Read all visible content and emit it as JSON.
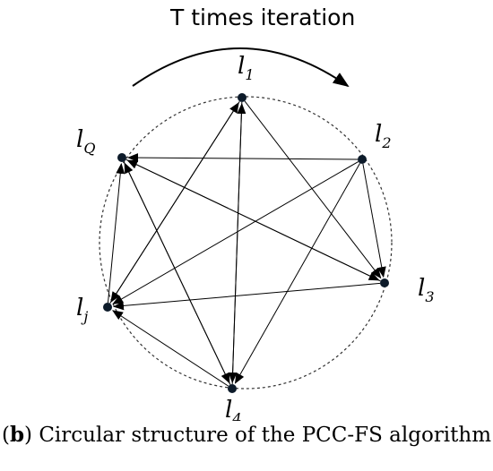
{
  "diagram": {
    "title": "T times iteration",
    "caption_label": "b",
    "caption_open": "(",
    "caption_text": ") Circular structure of the PCC-FS algorithm",
    "nodes": [
      {
        "id": "l1",
        "label_main": "l",
        "label_sub": "1"
      },
      {
        "id": "l2",
        "label_main": "l",
        "label_sub": "2"
      },
      {
        "id": "l3",
        "label_main": "l",
        "label_sub": "3"
      },
      {
        "id": "l4",
        "label_main": "l",
        "label_sub": "4"
      },
      {
        "id": "lj",
        "label_main": "l",
        "label_sub": "j"
      },
      {
        "id": "lQ",
        "label_main": "l",
        "label_sub": "Q"
      }
    ],
    "edges": [
      {
        "from": "l1",
        "to": "l3"
      },
      {
        "from": "l1",
        "to": "l4"
      },
      {
        "from": "l1",
        "to": "lj"
      },
      {
        "from": "l2",
        "to": "lQ"
      },
      {
        "from": "l2",
        "to": "l4"
      },
      {
        "from": "l2",
        "to": "lj"
      },
      {
        "from": "l3",
        "to": "lQ"
      },
      {
        "from": "l3",
        "to": "lj"
      },
      {
        "from": "l4",
        "to": "l1"
      },
      {
        "from": "l4",
        "to": "lQ"
      },
      {
        "from": "lj",
        "to": "l1"
      },
      {
        "from": "lj",
        "to": "lQ"
      },
      {
        "from": "lQ",
        "to": "l3"
      },
      {
        "from": "lQ",
        "to": "l4"
      },
      {
        "from": "l2",
        "to": "l3"
      },
      {
        "from": "l4",
        "to": "lj"
      }
    ]
  }
}
